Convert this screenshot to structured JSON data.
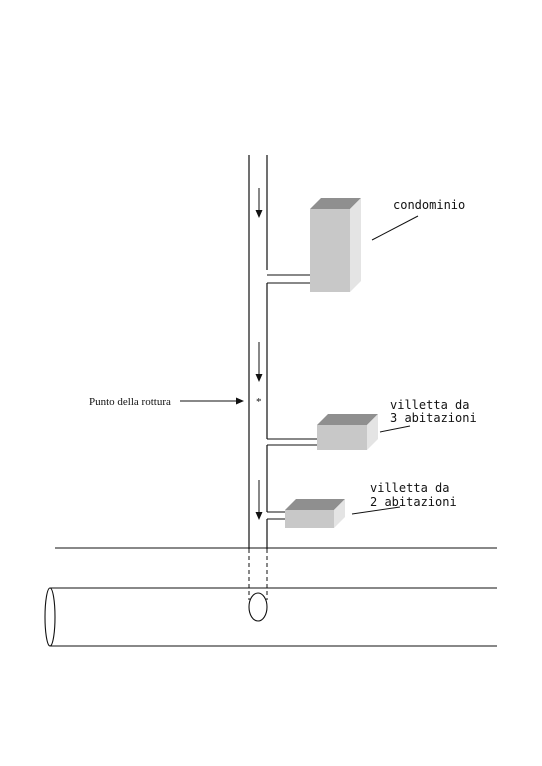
{
  "labels": {
    "break_point": "Punto della rottura",
    "break_marker": "*",
    "building_1": "condominio",
    "building_2_line1": "villetta da",
    "building_2_line2": "3 abitazioni",
    "building_3_line1": "villetta da",
    "building_3_line2": "2 abitazioni"
  },
  "colors": {
    "line": "#111111",
    "box_front": "#c8c8c8",
    "box_top": "#8f8f8f",
    "box_side": "#e4e4e4"
  }
}
